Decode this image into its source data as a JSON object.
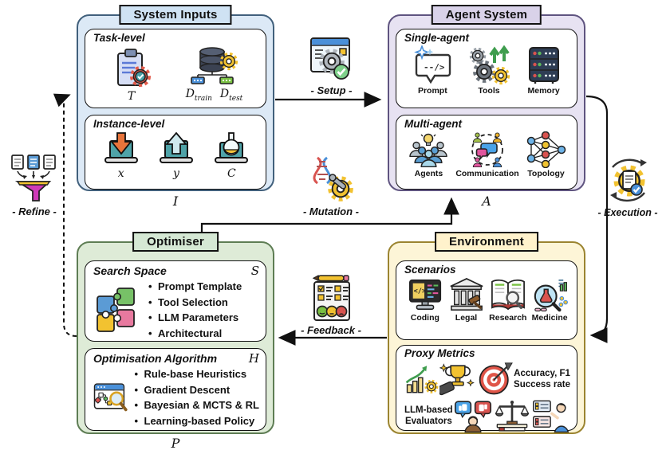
{
  "colors": {
    "system_inputs_fill": "#dce9f6",
    "system_inputs_title": "#cfe2f3",
    "system_inputs_border": "#41607c",
    "agent_system_fill": "#e7e2f2",
    "agent_system_title": "#d9d2e9",
    "agent_system_border": "#5f5480",
    "optimiser_fill": "#deebd7",
    "optimiser_title": "#d5e8d4",
    "optimiser_border": "#5e7d54",
    "environment_fill": "#fdf5d7",
    "environment_title": "#fff2cc",
    "environment_border": "#9b8430",
    "arrow": "#111111"
  },
  "system_inputs": {
    "title": "System Inputs",
    "symbol": "I",
    "task_label": "Task-level",
    "t_symbol": "T",
    "d_train_base": "D",
    "d_train_sub": "train",
    "d_test_base": "D",
    "d_test_sub": "test",
    "instance_label": "Instance-level",
    "x_symbol": "x",
    "y_symbol": "y",
    "c_symbol": "C"
  },
  "agent_system": {
    "title": "Agent System",
    "symbol": "A",
    "single_label": "Single-agent",
    "prompt_label": "Prompt",
    "tools_label": "Tools",
    "memory_label": "Memory",
    "multi_label": "Multi-agent",
    "agents_label": "Agents",
    "communication_label": "Communication",
    "topology_label": "Topology",
    "prompt_icon_text": "--/>"
  },
  "optimiser": {
    "title": "Optimiser",
    "symbol": "P",
    "search_label": "Search Space",
    "search_symbol": "S",
    "search_items": [
      "Prompt Template",
      "Tool Selection",
      "LLM Parameters",
      "Architectural"
    ],
    "algo_label": "Optimisation Algorithm",
    "algo_symbol": "H",
    "algo_items": [
      "Rule-base Heuristics",
      "Gradient Descent",
      "Bayesian & MCTS & RL",
      "Learning-based Policy"
    ]
  },
  "environment": {
    "title": "Environment",
    "scenarios_label": "Scenarios",
    "scenario_items": [
      "Coding",
      "Legal",
      "Research",
      "Medicine"
    ],
    "metrics_label": "Proxy Metrics",
    "accuracy_line1": "Accuracy, F1",
    "accuracy_line2": "Success rate",
    "evaluators_line1": "LLM-based",
    "evaluators_line2": "Evaluators",
    "coding_icon_text": "</>"
  },
  "connectors": {
    "setup": "- Setup -",
    "mutation": "- Mutation -",
    "execution": "- Execution -",
    "feedback": "- Feedback -",
    "refine": "- Refine -"
  }
}
